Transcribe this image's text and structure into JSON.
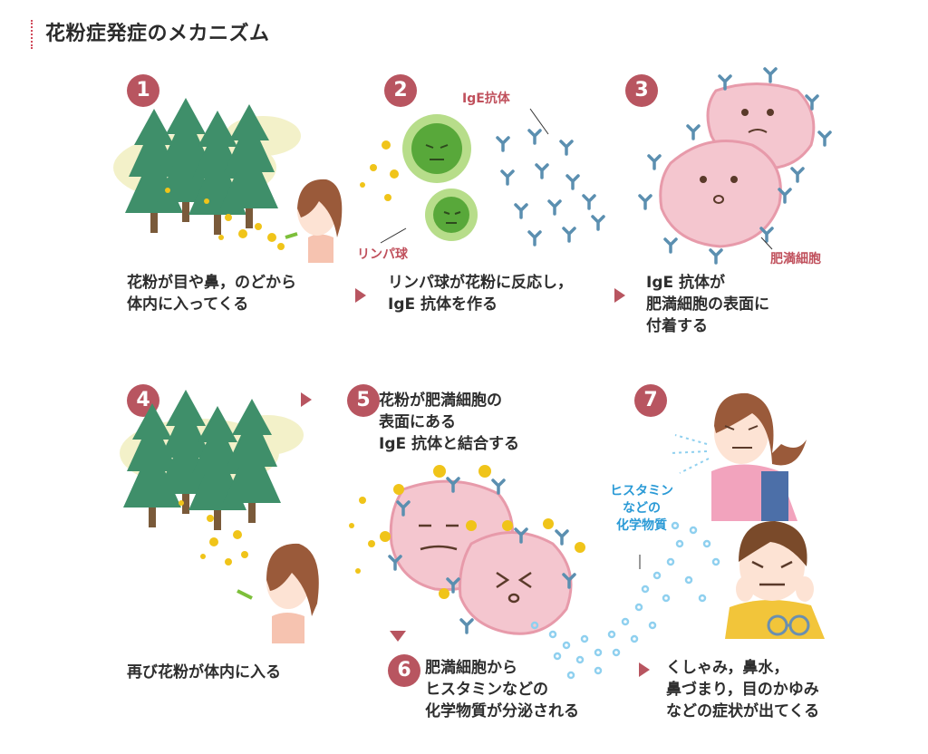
{
  "title": "花粉症発症のメカニズム",
  "steps": [
    {
      "num": "1",
      "caption": "花粉が目や鼻，のどから\n体内に入ってくる"
    },
    {
      "num": "2",
      "caption": "リンパ球が花粉に反応し，\nIgE 抗体を作る"
    },
    {
      "num": "3",
      "caption": "IgE 抗体が\n肥満細胞の表面に\n付着する"
    },
    {
      "num": "4",
      "caption": "再び花粉が体内に入る"
    },
    {
      "num": "5",
      "caption": "花粉が肥満細胞の\n表面にある\nIgE 抗体と結合する"
    },
    {
      "num": "6",
      "caption": "肥満細胞から\nヒスタミンなどの\n化学物質が分泌される"
    },
    {
      "num": "7",
      "caption": "くしゃみ，鼻水，\n鼻づまり，目のかゆみ\nなどの症状が出てくる"
    }
  ],
  "labels": {
    "ige": "IgE抗体",
    "lymph": "リンパ球",
    "mast": "肥満細胞",
    "histamine": "ヒスタミン\nなどの\n化学物質"
  },
  "colors": {
    "accent": "#b85560",
    "tree": "#3f8f6a",
    "pollen": "#f0c419",
    "lymph": "#7dbf3a",
    "antibody": "#5b8fb0",
    "mast": "#f4c6cf",
    "histamine": "#8fd0ef"
  }
}
